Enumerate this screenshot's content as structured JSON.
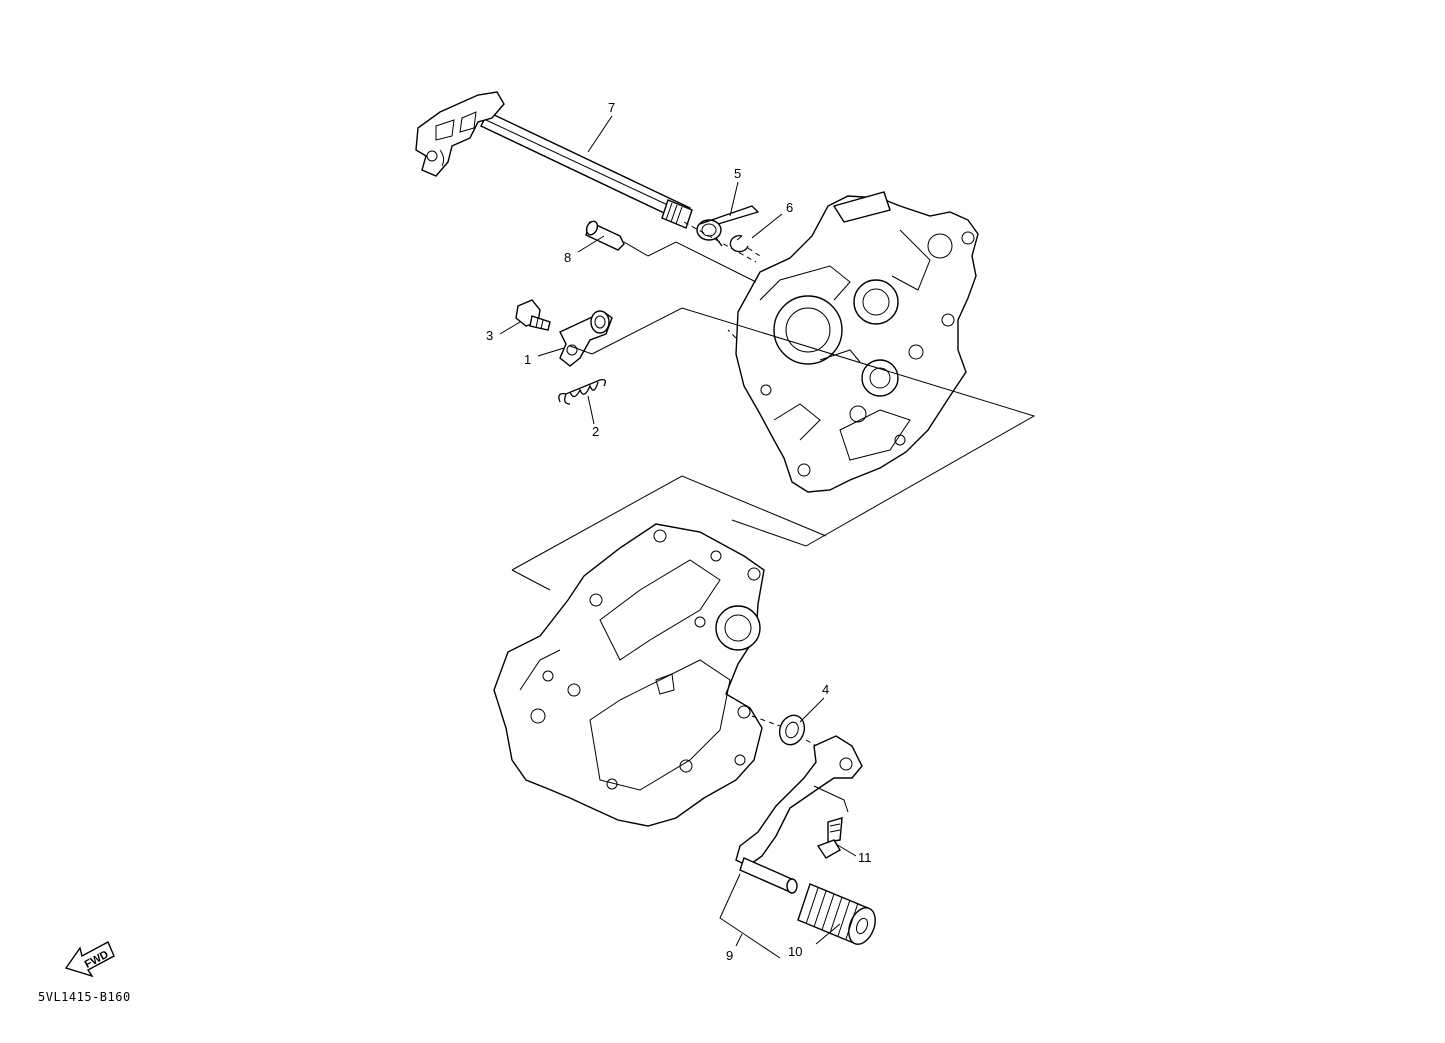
{
  "diagram": {
    "callouts": [
      {
        "id": "1",
        "label": "1"
      },
      {
        "id": "2",
        "label": "2"
      },
      {
        "id": "3",
        "label": "3"
      },
      {
        "id": "4",
        "label": "4"
      },
      {
        "id": "5",
        "label": "5"
      },
      {
        "id": "6",
        "label": "6"
      },
      {
        "id": "7",
        "label": "7"
      },
      {
        "id": "8",
        "label": "8"
      },
      {
        "id": "9",
        "label": "9"
      },
      {
        "id": "10",
        "label": "10"
      },
      {
        "id": "11",
        "label": "11"
      }
    ],
    "fwd_label": "FWD",
    "diagram_code": "5VL1415-B160",
    "line_color": "#000000",
    "background": "#ffffff"
  }
}
